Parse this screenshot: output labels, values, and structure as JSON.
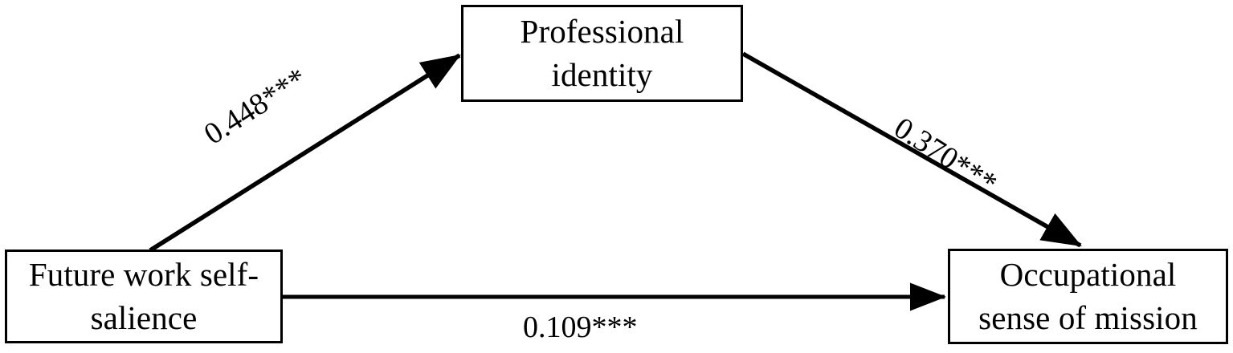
{
  "diagram": {
    "type": "mediation-path-diagram",
    "background_color": "#ffffff",
    "line_color": "#000000",
    "box_border_color": "#000000",
    "nodes": [
      {
        "id": "professional-identity",
        "label": "Professional\nidentity",
        "role": "mediator"
      },
      {
        "id": "future-work-self-salience",
        "label": "Future work self-\nsalience",
        "role": "independent-variable"
      },
      {
        "id": "occupational-sense-of-mission",
        "label": "Occupational\nsense of mission",
        "role": "dependent-variable"
      }
    ],
    "paths": [
      {
        "id": "a-path",
        "from": "future-work-self-salience",
        "to": "professional-identity",
        "coefficient": "0.448",
        "significance": "***",
        "label": "0.448***"
      },
      {
        "id": "b-path",
        "from": "professional-identity",
        "to": "occupational-sense-of-mission",
        "coefficient": "0.370",
        "significance": "***",
        "label": "0.370***"
      },
      {
        "id": "c-path",
        "from": "future-work-self-salience",
        "to": "occupational-sense-of-mission",
        "coefficient": "0.109",
        "significance": "***",
        "label": "0.109***"
      }
    ]
  }
}
